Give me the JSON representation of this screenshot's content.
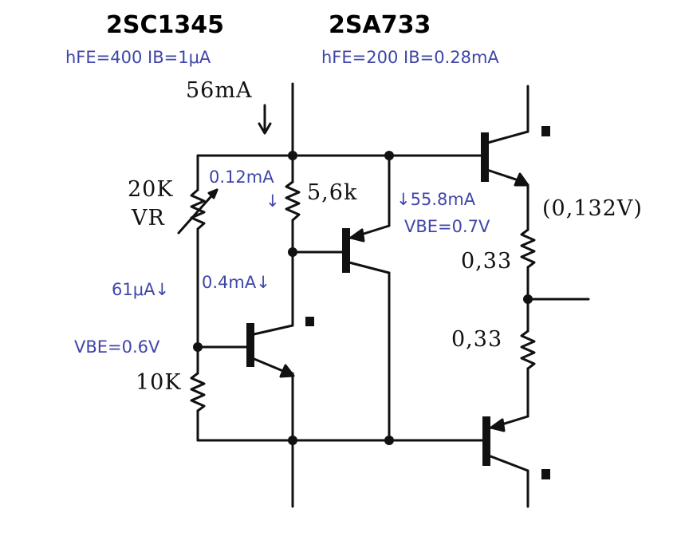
{
  "titles": {
    "left_part": "2SC1345",
    "right_part": "2SA733"
  },
  "params": {
    "left": "hFE=400  IB=1μA",
    "right": "hFE=200  IB=0.28mA"
  },
  "annotations": {
    "i_r56k": "0.12mA",
    "i_r56k_arrow": "↓",
    "i_q2": "↓55.8mA",
    "vbe_q2": "VBE=0.7V",
    "i_vr": "61μA↓",
    "i_q1": "0.4mA↓",
    "vbe_q1": "VBE=0.6V"
  },
  "handwritten": {
    "supply_current": "56mA",
    "vr_value": "20K",
    "vr_label": "VR",
    "r_56k": "5,6k",
    "out_voltage": "(0,132V)",
    "re_top": "0,33",
    "re_bottom": "0,33",
    "r_10k": "10K"
  },
  "colors": {
    "ink": "#111111",
    "annotation": "#3f46a8"
  }
}
